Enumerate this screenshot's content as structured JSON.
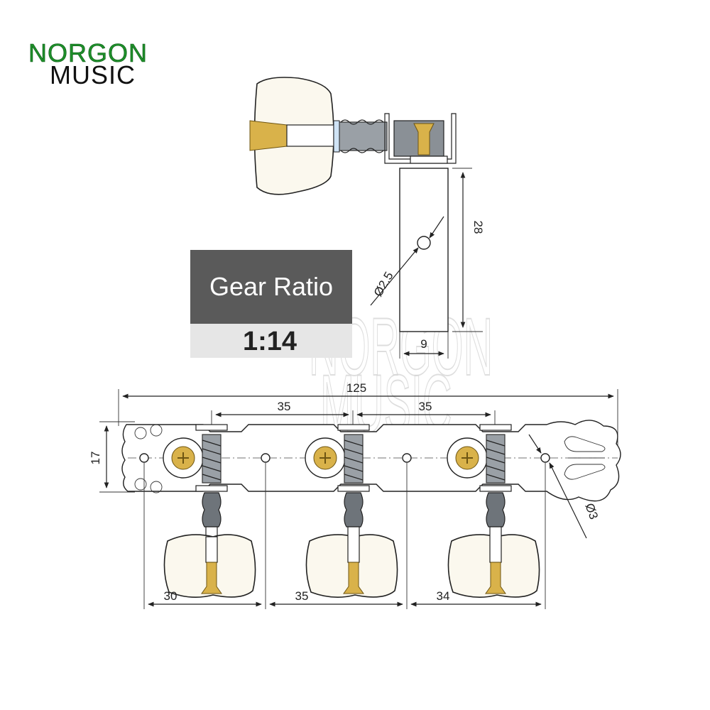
{
  "logo": {
    "line1": "NORGON",
    "line2": "MUSIC"
  },
  "gear_ratio": {
    "title": "Gear Ratio",
    "value": "1:14"
  },
  "dimensions": {
    "post_height": "28",
    "post_width": "9",
    "hole_diameter": "Ø2.5",
    "total_length": "125",
    "spacing_left": "35",
    "spacing_right": "35",
    "plate_height": "17",
    "screw_hole": "Ø3",
    "bottom_1": "30",
    "bottom_2": "35",
    "bottom_3": "34"
  },
  "watermark": {
    "line1": "NORGON",
    "line2": "MUSIC"
  },
  "colors": {
    "logo_green": "#1e8f2a",
    "banner_dark": "#5a5a5a",
    "banner_light": "#e6e6e6",
    "gold": "#d9b24a",
    "ivory": "#fbf8ee"
  }
}
